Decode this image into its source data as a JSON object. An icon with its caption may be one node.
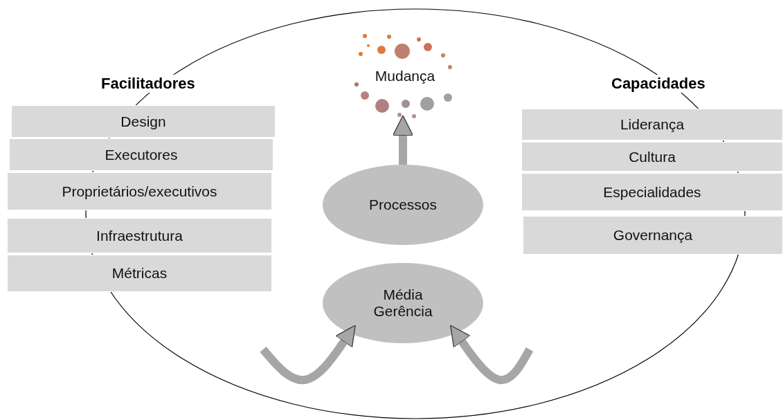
{
  "diagram": {
    "nodes": [
      {
        "text": [
          "Design"
        ]
      },
      {
        "text": [
          "Executores"
        ]
      },
      {
        "text": [
          "Proprietários/executivos"
        ]
      },
      {
        "text": [
          "Infraestrutura"
        ]
      },
      {
        "text": [
          "Métricas"
        ]
      },
      {
        "text": [
          "Mudança"
        ]
      },
      {
        "text": [
          "Liderança"
        ]
      },
      {
        "text": [
          "Cultura"
        ]
      },
      {
        "text": [
          "Especialidades"
        ]
      },
      {
        "text": [
          "Governança"
        ]
      },
      {
        "text": [
          "Processos"
        ]
      },
      {
        "text": [
          "Média Gerência"
        ]
      }
    ],
    "edges": [
      {
        "from": 10,
        "to": 5,
        "arrow": "to"
      },
      {
        "from": null,
        "to": 11,
        "arrow": "to"
      },
      {
        "from": null,
        "to": 11,
        "arrow": "to"
      }
    ],
    "labels": [
      "Facilitadores",
      "Capacidades"
    ]
  }
}
